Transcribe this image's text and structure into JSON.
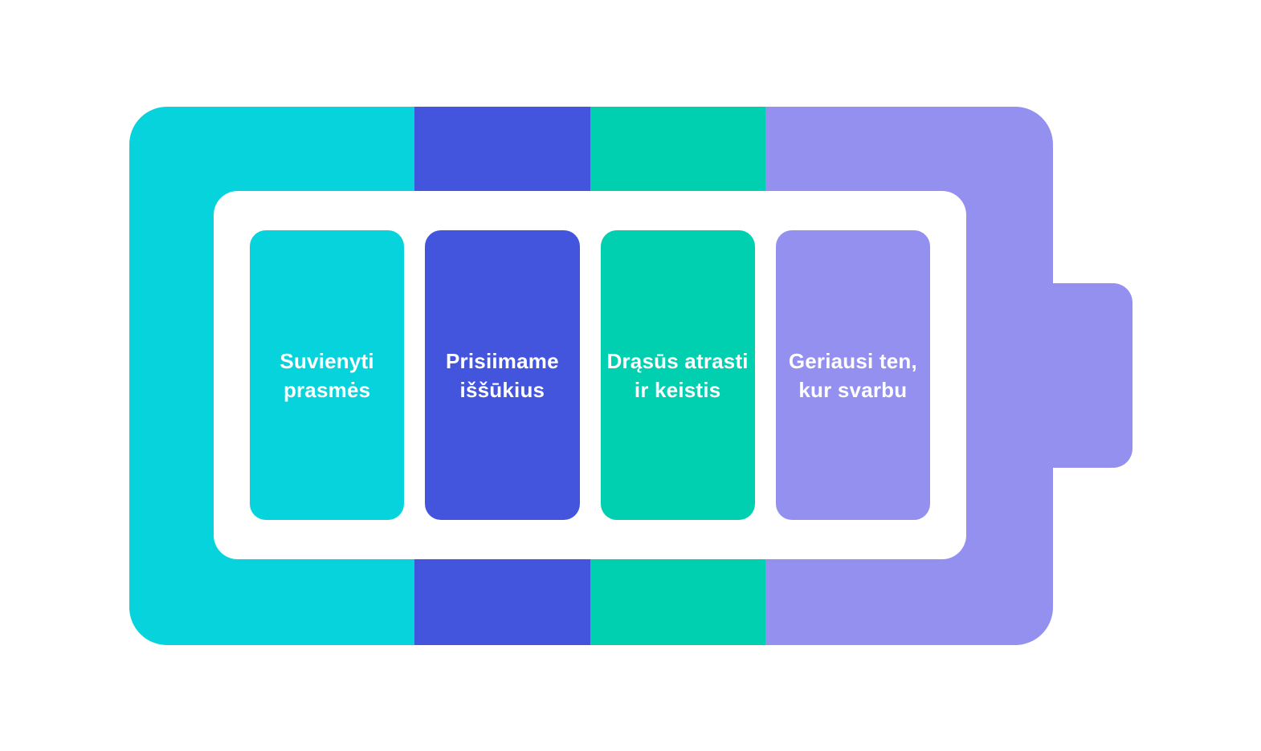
{
  "diagram": {
    "kind": "battery-values-infographic",
    "background_color": "#ffffff",
    "frame_color": "#ffffff",
    "text_color": "#ffffff",
    "segments": [
      {
        "label": "Suvienyti prasmės",
        "lines": [
          "Suvienyti",
          "prasmės"
        ],
        "color": "#06D3DB"
      },
      {
        "label": "Prisiimame iššūkius",
        "lines": [
          "Prisiimame",
          "iššūkius"
        ],
        "color": "#4355DD"
      },
      {
        "label": "Drąsūs atrasti ir keistis",
        "lines": [
          "Drąsūs atrasti",
          "ir keistis"
        ],
        "color": "#00CFB0"
      },
      {
        "label": "Geriausi ten, kur svarbu",
        "lines": [
          "Geriausi ten,",
          "kur svarbu"
        ],
        "color": "#9490EF"
      }
    ]
  }
}
